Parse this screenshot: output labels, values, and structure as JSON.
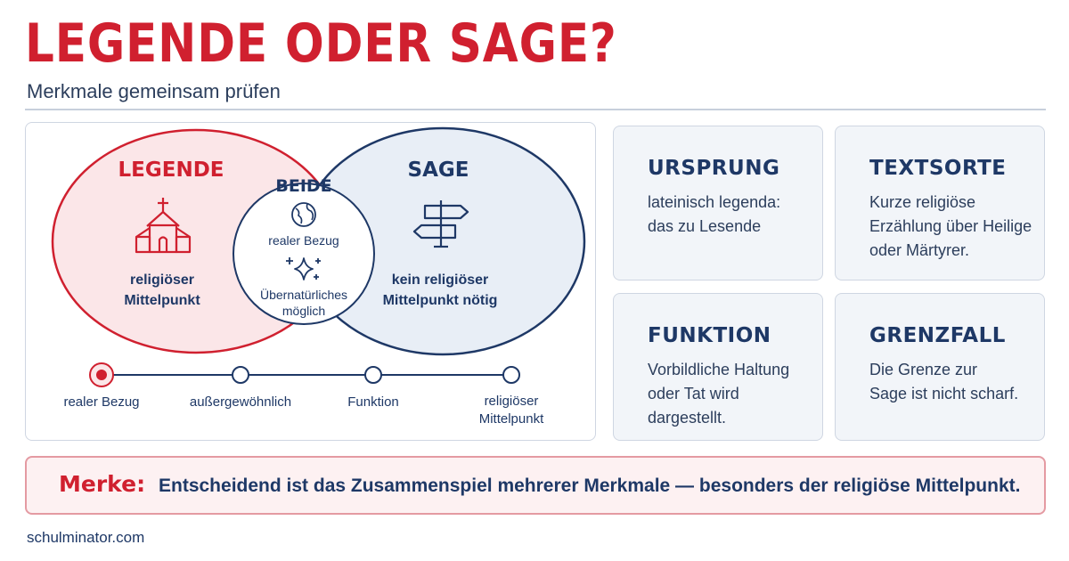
{
  "header": {
    "title": "LEGENDE ODER SAGE?",
    "subtitle": "Merkmale gemeinsam prüfen"
  },
  "venn": {
    "left": {
      "title": "LEGENDE",
      "icon": "church-icon",
      "text_line1": "religiöser",
      "text_line2": "Mittelpunkt"
    },
    "center": {
      "title": "BEIDE",
      "icon1": "globe-icon",
      "text1": "realer Bezug",
      "icon2": "sparkles-icon",
      "text2_line1": "Übernatürliches",
      "text2_line2": "möglich"
    },
    "right": {
      "title": "SAGE",
      "icon": "signpost-icon",
      "text_line1": "kein religiöser",
      "text_line2": "Mittelpunkt nötig"
    }
  },
  "scale": {
    "points": [
      {
        "label_line1": "realer Bezug",
        "label_line2": "",
        "active": true
      },
      {
        "label_line1": "außergewöhnlich",
        "label_line2": "",
        "active": false
      },
      {
        "label_line1": "Funktion",
        "label_line2": "",
        "active": false
      },
      {
        "label_line1": "religiöser",
        "label_line2": "Mittelpunkt",
        "active": false
      }
    ]
  },
  "cards": [
    {
      "title": "URSPRUNG",
      "lines": [
        "lateinisch legenda:",
        "das zu Lesende"
      ]
    },
    {
      "title": "TEXTSORTE",
      "lines": [
        "Kurze religiöse",
        "Erzählung über Heilige",
        "oder Märtyrer."
      ]
    },
    {
      "title": "FUNKTION",
      "lines": [
        "Vorbildliche Haltung",
        "oder Tat wird",
        "dargestellt."
      ]
    },
    {
      "title": "GRENZFALL",
      "lines": [
        "Die Grenze zur",
        "Sage ist nicht scharf."
      ]
    }
  ],
  "merke": {
    "label": "Merke:",
    "text": "Entscheidend ist das Zusammenspiel mehrerer Merkmale — besonders der religiöse Mittelpunkt."
  },
  "footer": {
    "site": "schulminator.com"
  },
  "colors": {
    "red": "#d0202f",
    "navy": "#1e3866",
    "border": "#cfd6e2",
    "card_bg": "#f2f5f9"
  }
}
